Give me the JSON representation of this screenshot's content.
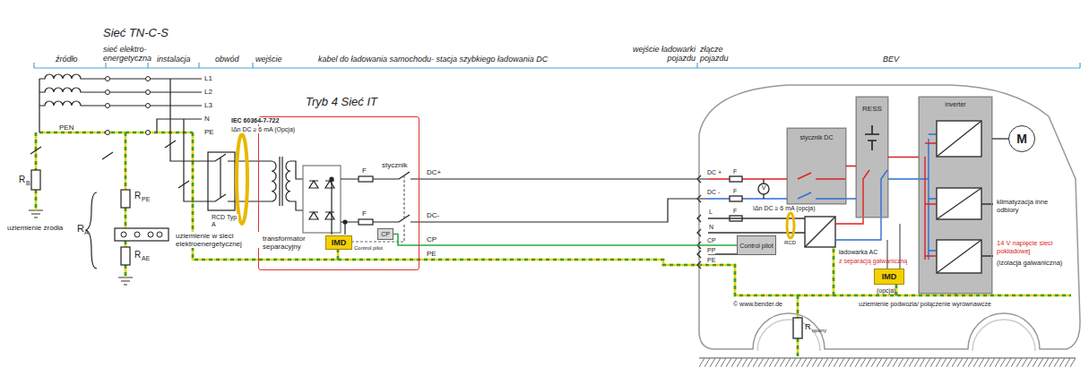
{
  "diagram": {
    "nodes": [
      {
        "text": [
          "Tryb 4 Sieć IT"
        ]
      },
      {
        "text": [
          "IMD"
        ],
        "in": 0
      },
      {
        "text": [
          "CP"
        ],
        "in": 0
      },
      {
        "text": [
          "stycznik DC"
        ]
      },
      {
        "text": [
          "RESS"
        ]
      },
      {
        "text": [
          "inverter"
        ]
      },
      {
        "text": [
          "M"
        ]
      },
      {
        "text": [
          "Control pilot"
        ]
      },
      {
        "text": [
          "IMD",
          "(opcja)"
        ]
      }
    ],
    "edges": [
      {
        "from": 2,
        "to": 7,
        "arrow": "none"
      },
      {
        "from": 3,
        "to": 4,
        "arrow": "none"
      },
      {
        "from": 4,
        "to": 5,
        "arrow": "none"
      },
      {
        "from": 5,
        "to": 6,
        "arrow": "none"
      }
    ],
    "labels": [
      "Sieć TN-C-S",
      "źródło",
      "sieć elektro- energetyczna",
      "instalacja",
      "obwód",
      "wejście",
      "kabel do ładowania samochodu- stacja szybkiego ładowania DC",
      "wejście ładowarki pojazdu",
      "złącze pojazdu",
      "BEV",
      "L1",
      "L2",
      "L3",
      "N",
      "PE",
      "PEN",
      "R",
      "B",
      "uziemienie źródła",
      "R",
      "A",
      "R",
      "PE",
      "R",
      "AE",
      "uziemienie w sieci elektroenergetycznej",
      "IEC 60364-7-722",
      "IΔn DC ≥ 6 mA (Opcja)",
      "RCD Typ A",
      "transformator separacyjny",
      "F",
      "F",
      "stycznik",
      "Control pilot",
      "DC+",
      "DC-",
      "CP",
      "PE",
      "F",
      "DC +",
      "F",
      "DC -",
      "F",
      "L",
      "N",
      "CP",
      "PP",
      "PE",
      "V",
      "IΔn DC ≥ 6 mA (opcja)",
      "RCD",
      "ładowarka AC",
      "z separacją galwaniczną",
      "klimatyzacja inne odbiory",
      "14 V napięcie sieci pokładowej",
      "(izolacja galwaniczna)",
      "© www.bender.de",
      "uziemienie podwozia/ połączenie wyrównawcze",
      "R",
      "opony"
    ]
  }
}
